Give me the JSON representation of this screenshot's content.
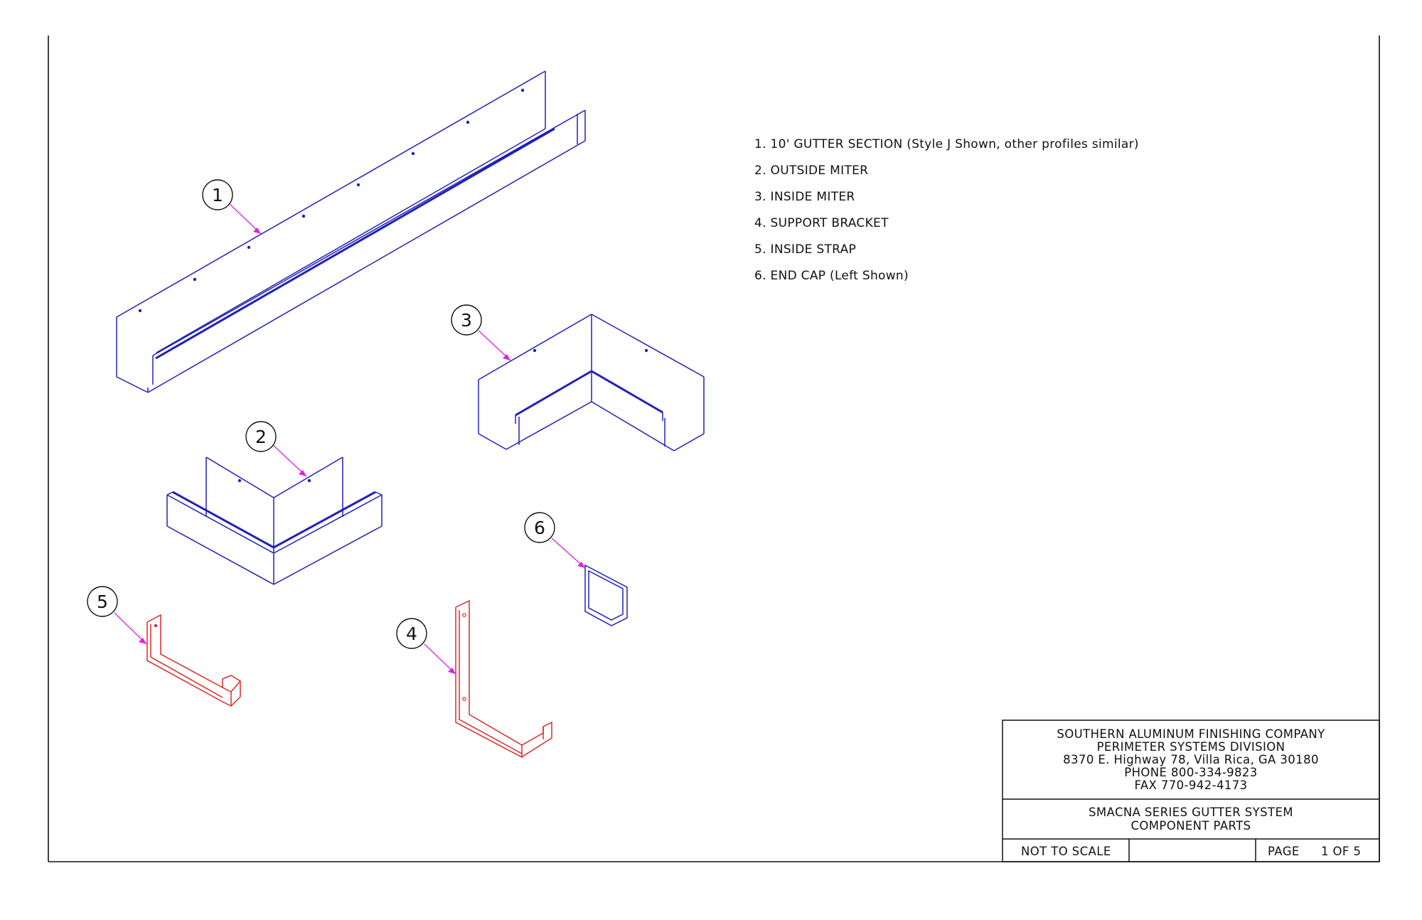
{
  "legend": [
    "1. 10' GUTTER SECTION (Style J Shown, other profiles similar)",
    "2. OUTSIDE MITER",
    "3. INSIDE MITER",
    "4. SUPPORT BRACKET",
    "5. INSIDE STRAP",
    "6. END CAP (Left Shown)"
  ],
  "callouts": [
    "1",
    "2",
    "3",
    "4",
    "5",
    "6"
  ],
  "title_block": {
    "company": "SOUTHERN ALUMINUM FINISHING COMPANY",
    "division": "PERIMETER SYSTEMS DIVISION",
    "address": "8370 E. Highway 78, Villa Rica, GA 30180",
    "phone": "PHONE 800-334-9823",
    "fax": "FAX 770-942-4173",
    "title_line1": "SMACNA SERIES GUTTER SYSTEM",
    "title_line2": "COMPONENT PARTS",
    "scale": "NOT TO SCALE",
    "page_label": "PAGE",
    "page_value": "1 OF 5"
  },
  "colors": {
    "part_outline": "#2020b8",
    "hardware_outline": "#d82a2a",
    "leader": "#e020e0",
    "border": "#111111"
  }
}
